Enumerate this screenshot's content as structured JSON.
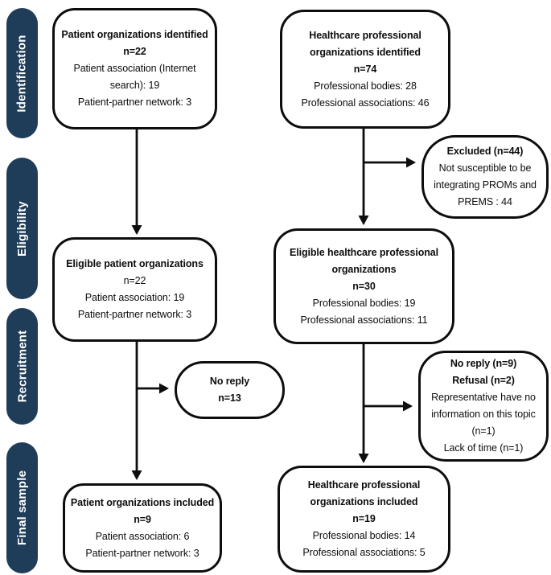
{
  "colors": {
    "stage_fill": "#1F3D58",
    "ink": "#0D0D0D"
  },
  "stages": [
    {
      "label": "Identification"
    },
    {
      "label": "Eligibility"
    },
    {
      "label": "Recruitment"
    },
    {
      "label": "Final sample"
    }
  ],
  "boxes": {
    "patient_identified": {
      "title": "Patient organizations identified",
      "n": "n=22",
      "details": [
        "Patient association (Internet search): 19",
        "Patient-partner network: 3"
      ]
    },
    "hcp_identified": {
      "title": "Healthcare professional organizations identified",
      "n": "n=74",
      "details": [
        "Professional bodies: 28",
        "Professional associations: 46"
      ]
    },
    "excluded": {
      "title": "Excluded (n=44)",
      "details": [
        "Not susceptible to be integrating PROMs and PREMS : 44"
      ]
    },
    "eligible_patient": {
      "title": "Eligible patient organizations",
      "n": "n=22",
      "details": [
        "Patient association: 19",
        "Patient-partner network: 3"
      ]
    },
    "eligible_hcp": {
      "title": "Eligible healthcare professional organizations",
      "n": "n=30",
      "details": [
        "Professional bodies: 19",
        "Professional associations: 11"
      ]
    },
    "no_reply_patient": {
      "title": "No reply",
      "n": "n=13"
    },
    "no_reply_hcp": {
      "title": "No reply (n=9)",
      "subtitle": "Refusal (n=2)",
      "details": [
        "Representative have no information on this topic (n=1)",
        "Lack of time (n=1)"
      ]
    },
    "patient_included": {
      "title": "Patient organizations included",
      "n": "n=9",
      "details": [
        "Patient association: 6",
        "Patient-partner network: 3"
      ]
    },
    "hcp_included": {
      "title": "Healthcare professional organizations included",
      "n": "n=19",
      "details": [
        "Professional bodies: 14",
        "Professional associations: 5"
      ]
    }
  }
}
